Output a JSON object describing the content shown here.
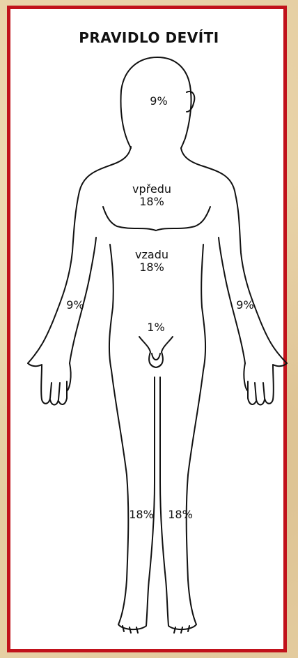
{
  "title": "PRAVIDLO DEVÍTI",
  "regions": {
    "head": "9%",
    "front_label": "vpředu",
    "front_value": "18%",
    "back_label": "vzadu",
    "back_value": "18%",
    "right_arm": "9%",
    "left_arm": "9%",
    "genitals": "1%",
    "right_leg": "18%",
    "left_leg": "18%"
  },
  "colors": {
    "frame_border": "#c1121b",
    "background": "#e6cfa3",
    "outline": "#111111"
  }
}
